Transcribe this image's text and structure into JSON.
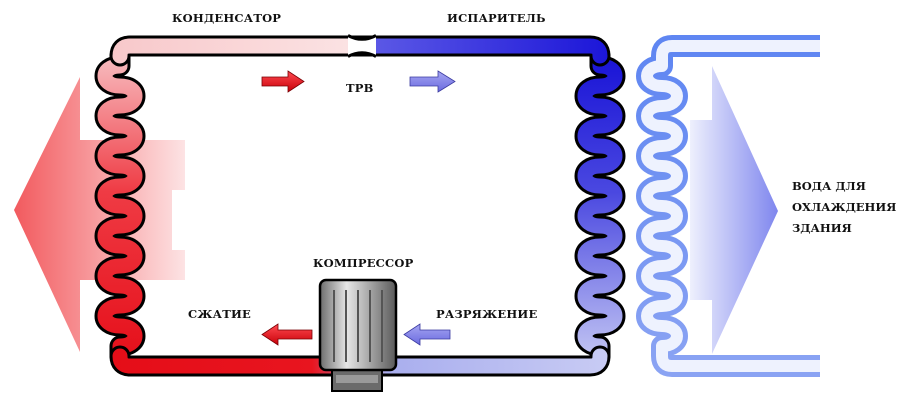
{
  "labels": {
    "condenser": "КОНДЕНСАТОР",
    "evaporator": "ИСПАРИТЕЛЬ",
    "expansion_valve": "ТРВ",
    "compressor": "КОМПРЕССОР",
    "compression": "СЖАТИЕ",
    "rarefaction": "РАЗРЯЖЕНИЕ",
    "water_line1": "ВОДА ДЛЯ",
    "water_line2": "ОХЛАЖДЕНИЯ",
    "water_line3": "ЗДАНИЯ"
  },
  "colors": {
    "hot": "#e8101a",
    "hot_light": "#f7b8bc",
    "cold": "#1a14d8",
    "cold_light": "#c9cdf5",
    "water": "#6d8ef0",
    "arrow_red": "#e2141c",
    "arrow_blue": "#8080ea"
  }
}
